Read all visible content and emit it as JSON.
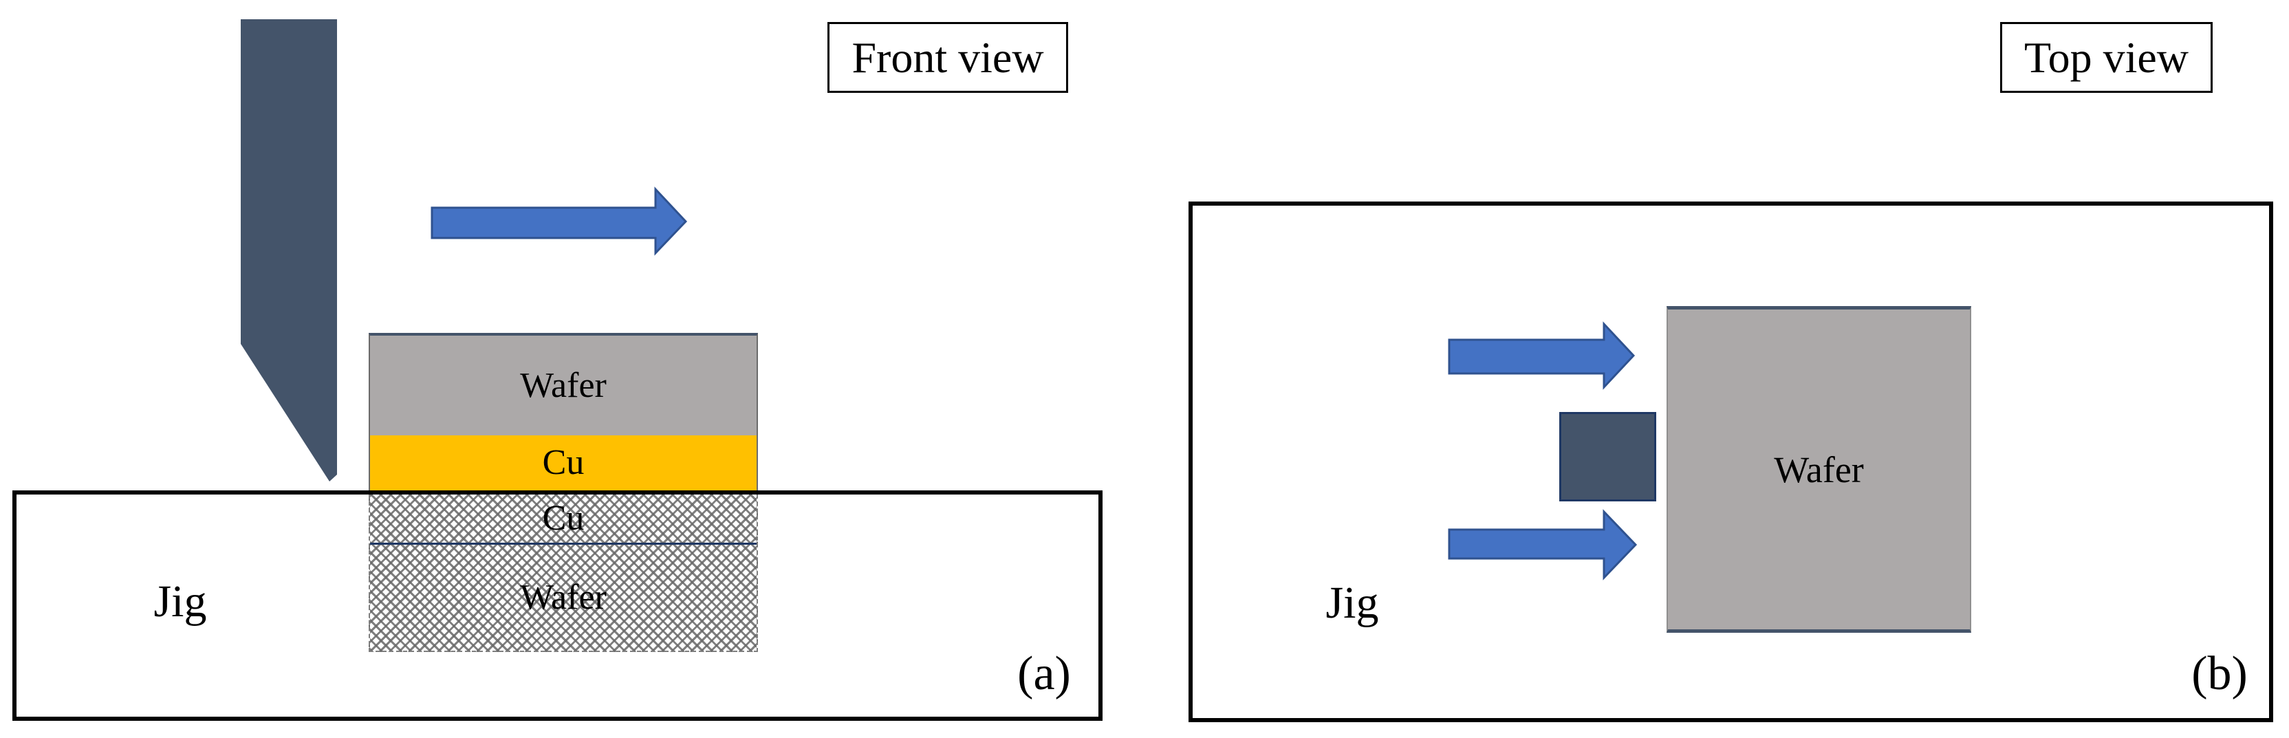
{
  "figure": {
    "front_view": {
      "view_label": "Front view",
      "panel_label": "(a)",
      "jig_label": "Jig",
      "stack": {
        "wafer_top": "Wafer",
        "cu_top": "Cu",
        "cu_bottom": "Cu",
        "wafer_bottom": "Wafer"
      }
    },
    "top_view": {
      "view_label": "Top view",
      "panel_label": "(b)",
      "jig_label": "Jig",
      "wafer_label": "Wafer"
    },
    "colors": {
      "tool_navy": "#44546A",
      "tool_border": "#1F3864",
      "arrow_blue": "#4472C4",
      "arrow_border": "#2F528F",
      "wafer_gray": "#ACA9A9",
      "copper_yellow": "#FFC000",
      "bond_line_navy": "#1F3864",
      "outline_black": "#000000"
    }
  }
}
